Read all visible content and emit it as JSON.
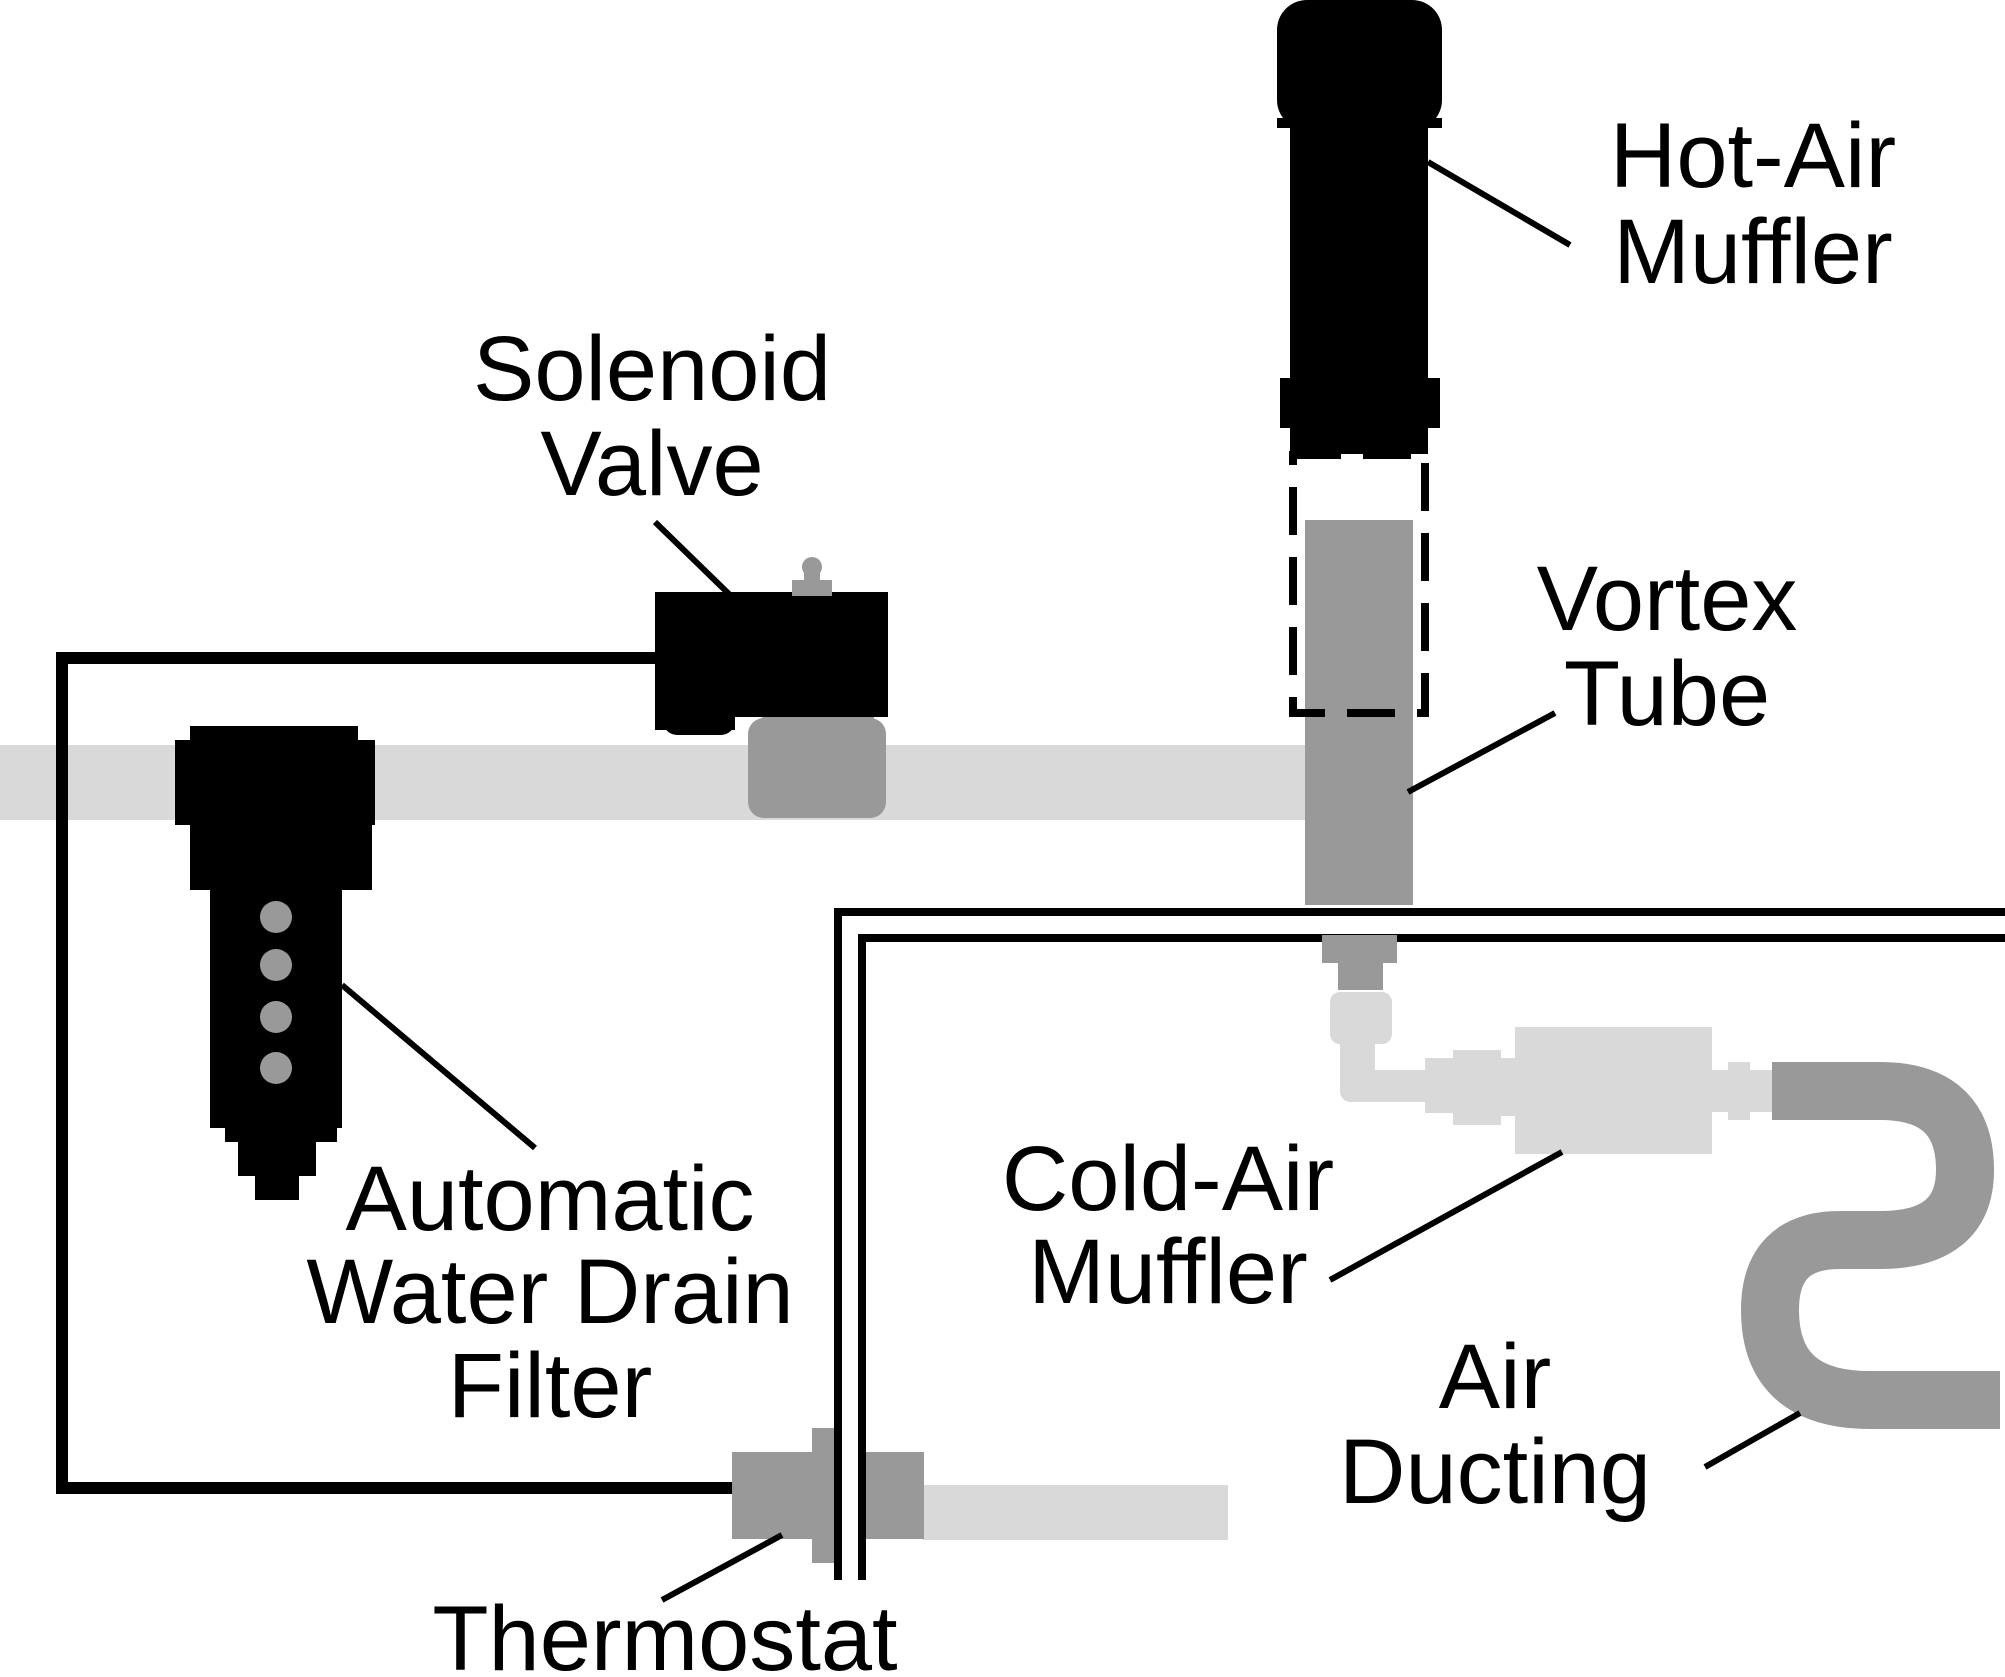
{
  "colors": {
    "black": "#000000",
    "dark_gray": "#999999",
    "light_gray": "#d9d9d9",
    "white": "#ffffff"
  },
  "labels": {
    "hot_air_muffler": {
      "line1": "Hot-Air",
      "line2": "Muffler"
    },
    "solenoid_valve": {
      "line1": "Solenoid",
      "line2": "Valve"
    },
    "vortex_tube": {
      "line1": "Vortex",
      "line2": "Tube"
    },
    "automatic_water_drain_filter": {
      "line1": "Automatic",
      "line2": "Water Drain",
      "line3": "Filter"
    },
    "cold_air_muffler": {
      "line1": "Cold-Air",
      "line2": "Muffler"
    },
    "air_ducting": {
      "line1": "Air",
      "line2": "Ducting"
    },
    "thermostat": {
      "line1": "Thermostat"
    }
  }
}
